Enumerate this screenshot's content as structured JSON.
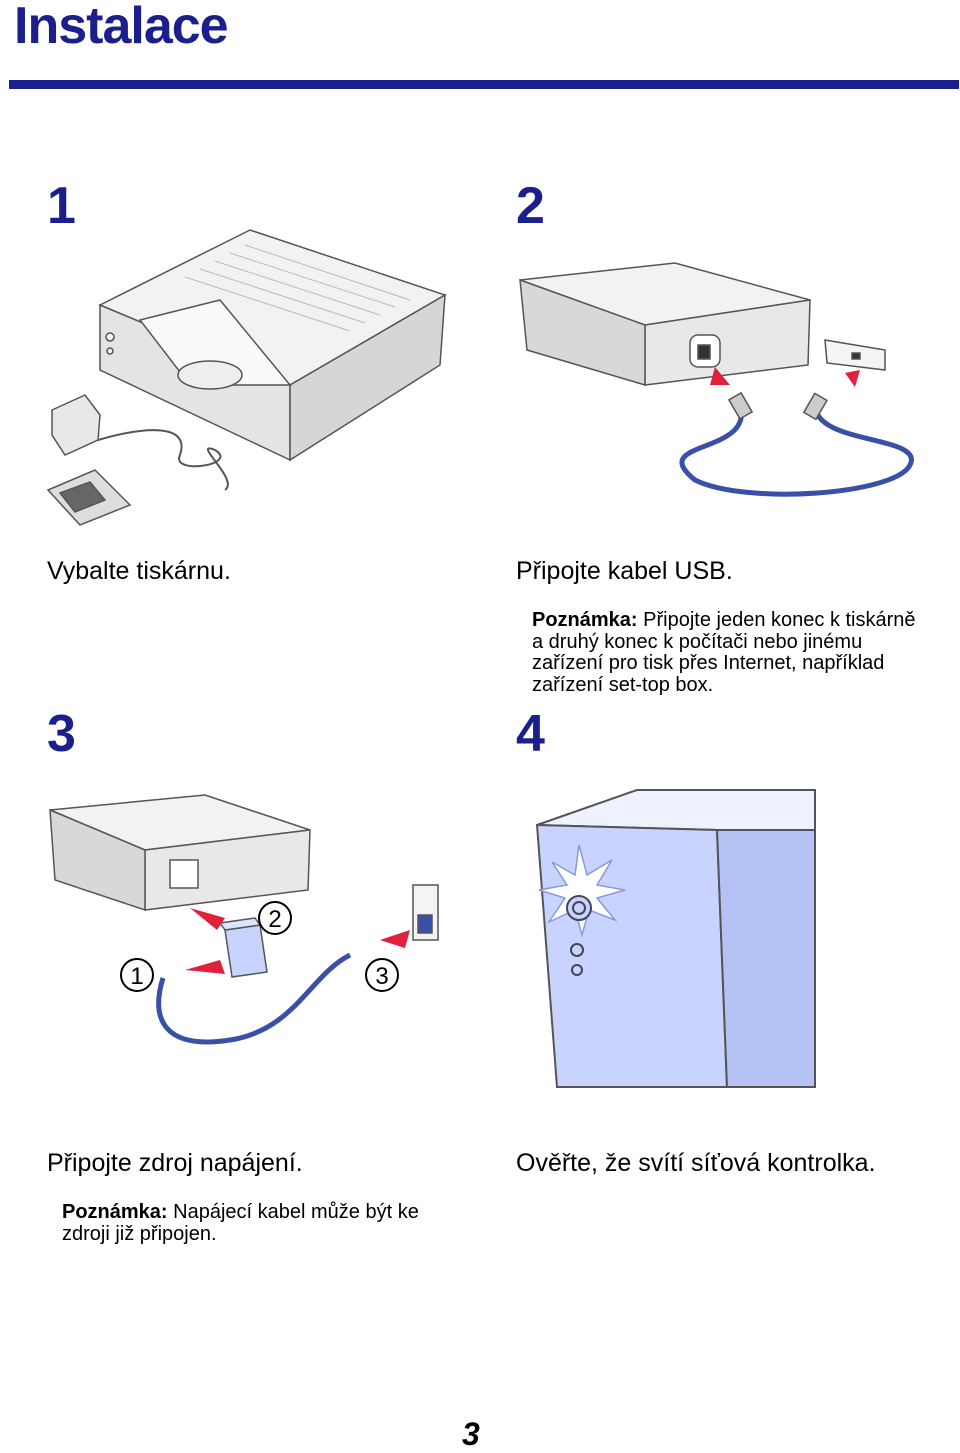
{
  "header": {
    "title": "Instalace"
  },
  "steps": [
    {
      "number": "1",
      "caption": "Vybalte tiskárnu."
    },
    {
      "number": "2",
      "caption": "Připojte kabel USB.",
      "note_label": "Poznámka:",
      "note_text": " Připojte jeden konec k tiskárně a druhý konec k počítači nebo jinému zařízení pro tisk přes Internet, například zařízení set-top box."
    },
    {
      "number": "3",
      "caption": "Připojte zdroj napájení.",
      "note_label": "Poznámka:",
      "note_text": " Napájecí kabel může být ke zdroji již připojen.",
      "callouts": [
        "1",
        "2",
        "3"
      ]
    },
    {
      "number": "4",
      "caption": "Ověřte, že svítí síťová kontrolka."
    }
  ],
  "footer": {
    "page_number": "3"
  },
  "colors": {
    "accent": "#1a1f8c",
    "arrow": "#e0203c",
    "panel": "#c8d4ff",
    "cable": "#3a4fa8"
  }
}
